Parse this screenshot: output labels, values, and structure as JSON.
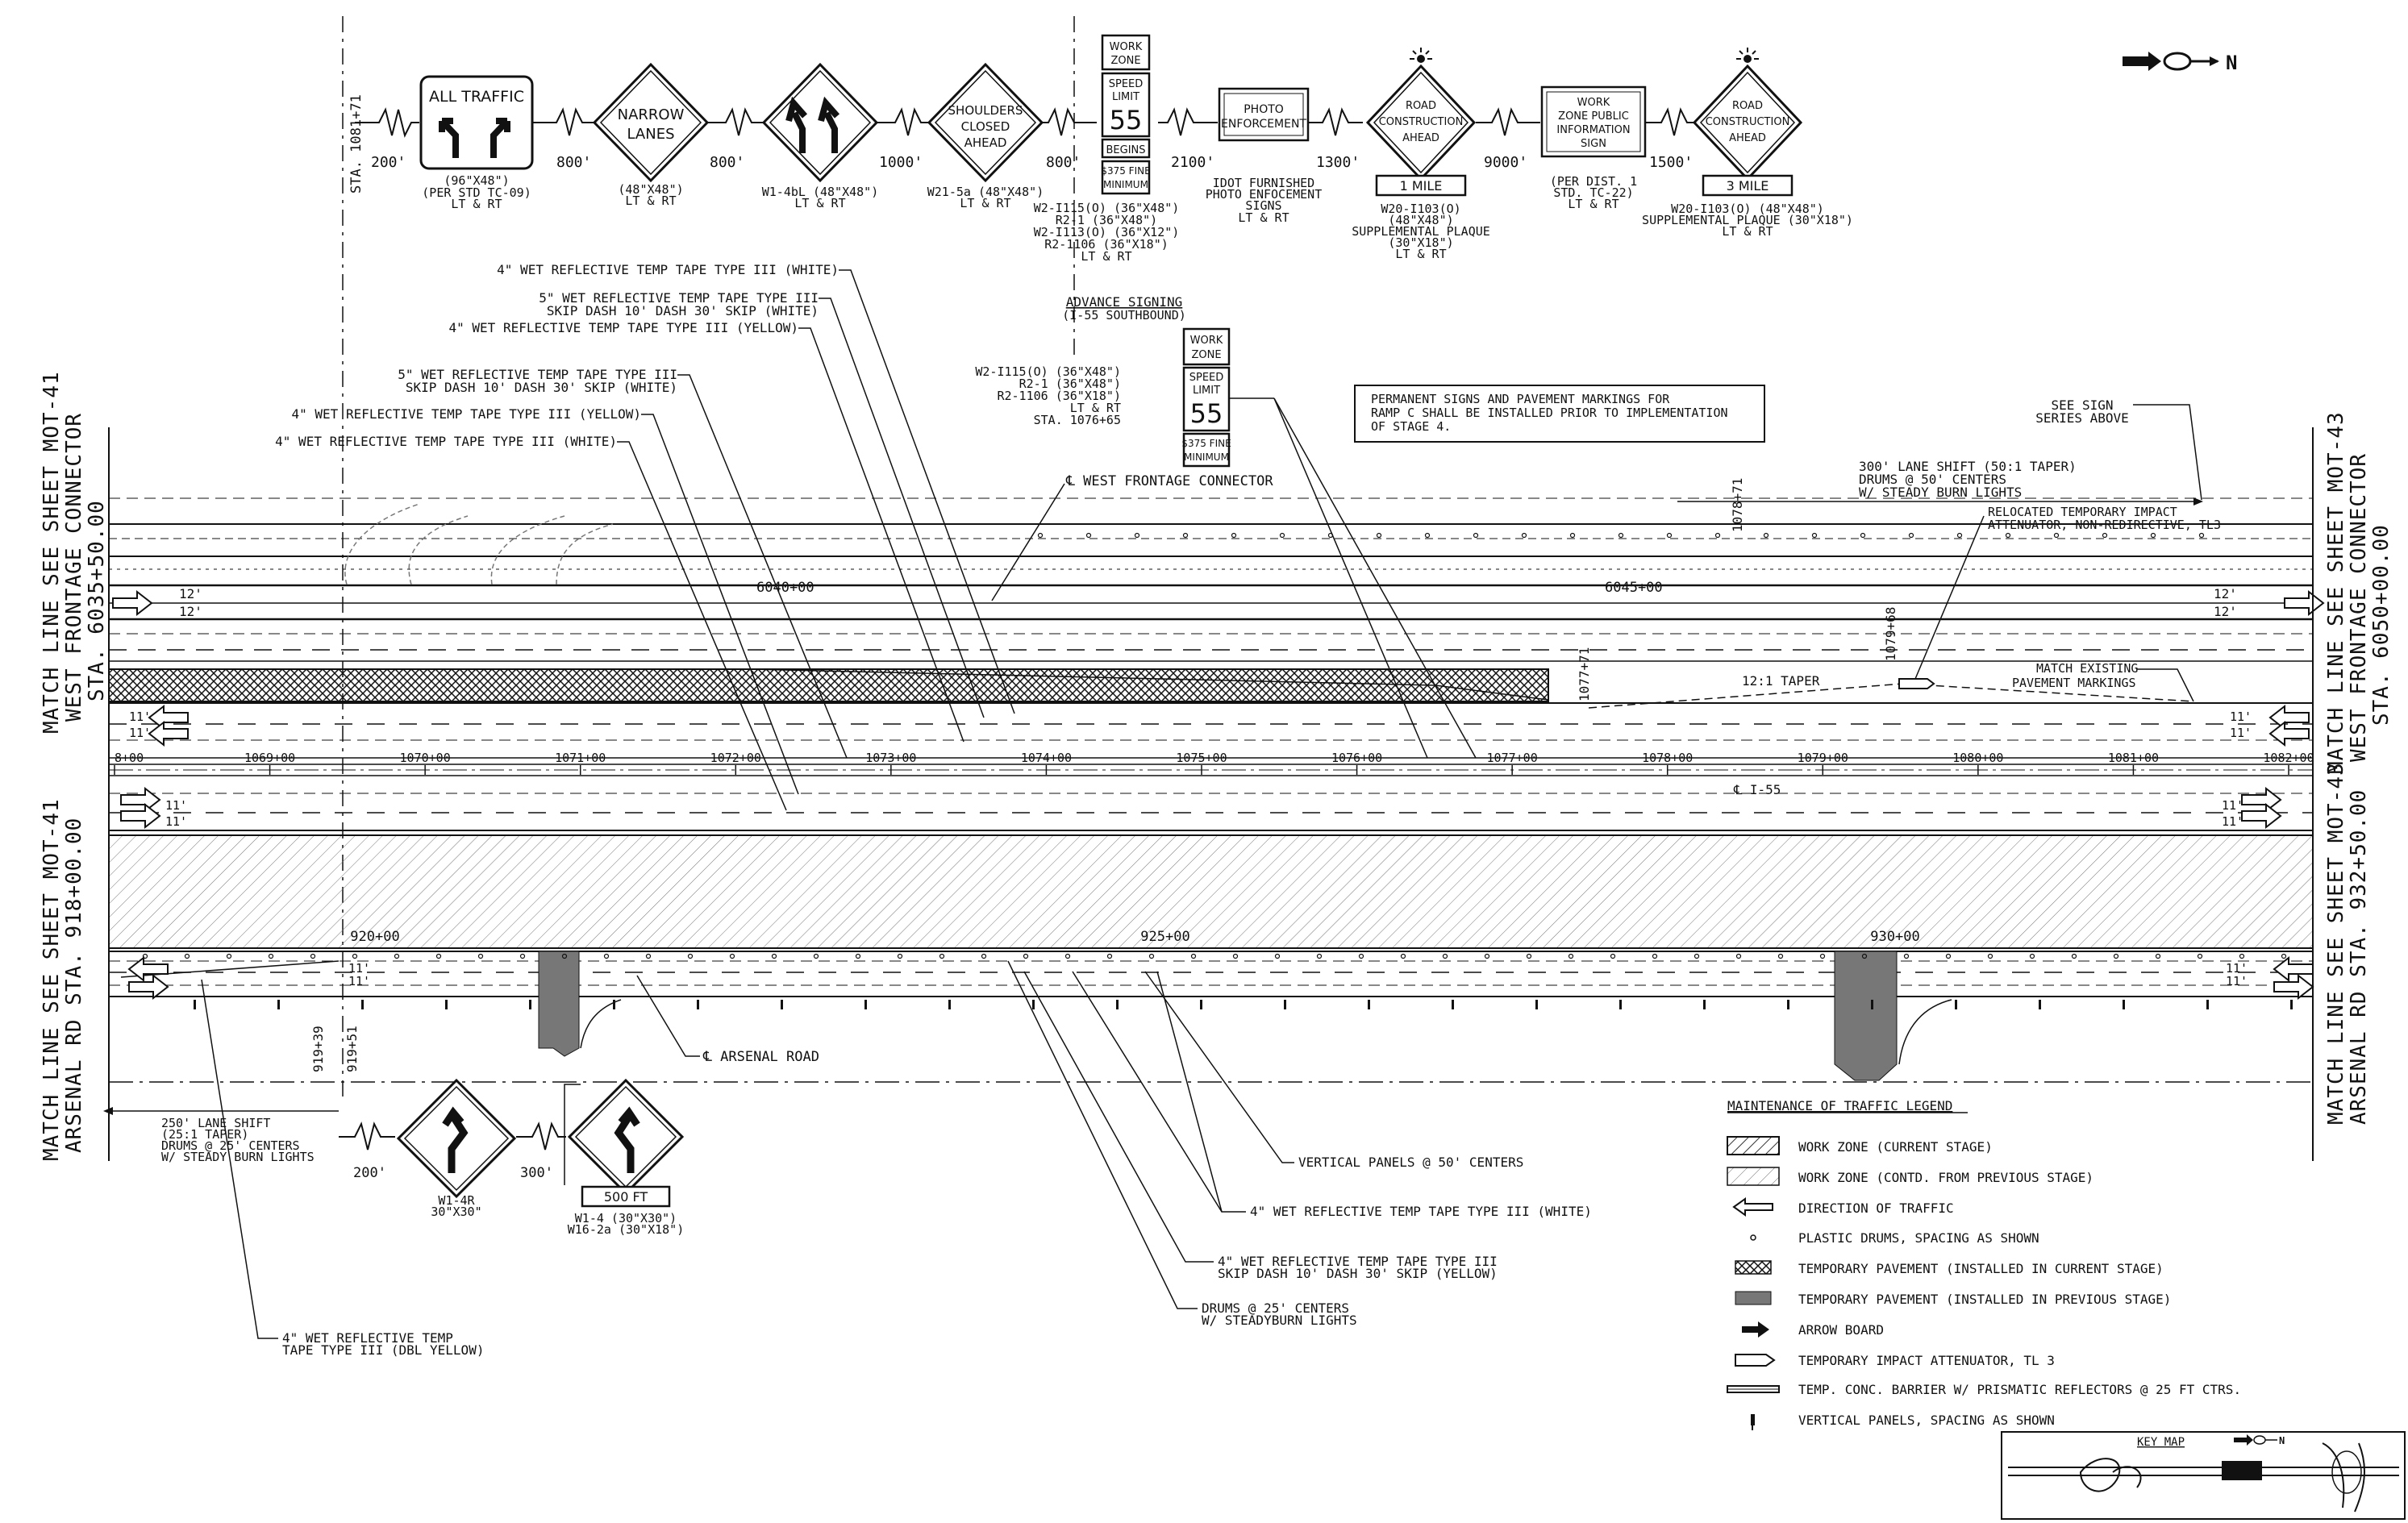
{
  "north_arrow": {
    "label": "N"
  },
  "station_top": "STA. 1081+71",
  "signs_top": [
    {
      "id": "all-traffic",
      "lines": [
        "ALL TRAFFIC"
      ],
      "caption": [
        "(96\"X48\")",
        "(PER STD TC-09)",
        "LT & RT"
      ],
      "gap_before": "200'"
    },
    {
      "id": "narrow-lanes",
      "lines": [
        "NARROW",
        "LANES"
      ],
      "caption": [
        "(48\"X48\")",
        "LT & RT"
      ],
      "gap_before": "800'"
    },
    {
      "id": "double-reverse",
      "lines": [],
      "caption": [
        "W1-4bL (48\"X48\")",
        "LT & RT"
      ],
      "gap_before": "800'"
    },
    {
      "id": "shoulders-closed",
      "lines": [
        "SHOULDERS",
        "CLOSED",
        "AHEAD"
      ],
      "caption": [
        "W21-5a (48\"X48\")",
        "LT & RT"
      ],
      "gap_before": "1000'"
    },
    {
      "id": "speed-limit",
      "lines": [
        "WORK",
        "ZONE",
        "SPEED",
        "LIMIT",
        "55",
        "BEGINS",
        "$375 FINE",
        "MINIMUM"
      ],
      "caption": [
        "W2-I115(O) (36\"X48\")",
        "R2-1 (36\"X48\")",
        "W2-I113(O) (36\"X12\")",
        "R2-1106 (36\"X18\")",
        "LT & RT"
      ],
      "gap_before": "800'"
    },
    {
      "id": "photo-enforcement",
      "lines": [
        "PHOTO",
        "ENFORCEMENT"
      ],
      "caption": [
        "IDOT FURNISHED",
        "PHOTO ENFOCEMENT",
        "SIGNS",
        "LT & RT"
      ],
      "gap_before": "2100'"
    },
    {
      "id": "road-construction-1",
      "lines": [
        "ROAD",
        "CONSTRUCTION",
        "AHEAD"
      ],
      "plaque": "1 MILE",
      "caption": [
        "W20-I103(O)",
        "(48\"X48\")",
        "SUPPLEMENTAL PLAQUE",
        "(30\"X18\")",
        "LT & RT"
      ],
      "gap_before": "1300'"
    },
    {
      "id": "work-zone-info",
      "lines": [
        "WORK",
        "ZONE PUBLIC",
        "INFORMATION",
        "SIGN"
      ],
      "caption": [
        "(PER DIST. 1",
        "STD. TC-22)",
        "LT & RT"
      ],
      "gap_before": "9000'"
    },
    {
      "id": "road-construction-3",
      "lines": [
        "ROAD",
        "CONSTRUCTION",
        "AHEAD"
      ],
      "plaque": "3 MILE",
      "caption": [
        "W20-I103(O) (48\"X48\")",
        "SUPPLEMENTAL PLAQUE (30\"X18\")",
        "LT & RT"
      ],
      "gap_before": "1500'"
    }
  ],
  "advance_signing": {
    "title": "ADVANCE SIGNING",
    "subtitle": "(I-55 SOUTHBOUND)",
    "caption": [
      "W2-I115(O) (36\"X48\")",
      "R2-1 (36\"X48\")",
      "R2-1106 (36\"X18\")",
      "LT & RT",
      "STA. 1076+65"
    ],
    "sign": [
      "WORK",
      "ZONE",
      "SPEED",
      "LIMIT",
      "55",
      "$375 FINE",
      "MINIMUM"
    ]
  },
  "note_box": [
    "PERMANENT SIGNS AND PAVEMENT MARKINGS FOR",
    "RAMP C SHALL BE INSTALLED PRIOR TO IMPLEMENTATION",
    "OF STAGE 4."
  ],
  "see_sign": [
    "SEE SIGN",
    "SERIES ABOVE"
  ],
  "lane_shift_top": [
    "300' LANE SHIFT (50:1 TAPER)",
    "DRUMS @ 50' CENTERS",
    "W/ STEADY BURN LIGHTS"
  ],
  "callouts_left": [
    "4\" WET REFLECTIVE TEMP TAPE TYPE III (WHITE)",
    "5\" WET REFLECTIVE TEMP TAPE TYPE III",
    "SKIP DASH 10' DASH 30' SKIP (WHITE)",
    "4\" WET REFLECTIVE TEMP TAPE TYPE III (YELLOW)",
    "5\" WET REFLECTIVE TEMP TAPE TYPE III",
    "SKIP DASH 10' DASH 30' SKIP (WHITE)",
    "4\" WET REFLECTIVE TEMP TAPE TYPE III (YELLOW)",
    "4\" WET REFLECTIVE TEMP TAPE TYPE III (WHITE)"
  ],
  "west_frontage": "℄ WEST FRONTAGE CONNECTOR",
  "relocated": [
    "RELOCATED TEMPORARY IMPACT",
    "ATTENUATOR, NON-REDIRECTIVE, TL3"
  ],
  "match_existing": [
    "MATCH EXISTING",
    "PAVEMENT MARKINGS"
  ],
  "taper_12": "12:1 TAPER",
  "i55_label": "℄ I-55",
  "arsenal_label": "℄ ARSENAL ROAD",
  "stations_frontage": [
    "6040+00",
    "6045+00"
  ],
  "stations_i55": [
    "8+00",
    "1069+00",
    "1070+00",
    "1071+00",
    "1072+00",
    "1073+00",
    "1074+00",
    "1075+00",
    "1076+00",
    "1077+00",
    "1078+00",
    "1079+00",
    "1080+00",
    "1081+00",
    "1082+00"
  ],
  "stations_arsenal": [
    "920+00",
    "925+00",
    "930+00"
  ],
  "vertical_stations": [
    "1078+71",
    "1079+68",
    "1077+71",
    "919+39",
    "919+51"
  ],
  "lane_widths": {
    "w12": "12'",
    "w11": "11'"
  },
  "match_lines": {
    "left_top": [
      "MATCH LINE SEE SHEET MOT-41",
      "WEST FRONTAGE CONNECTOR",
      "STA. 6035+50.00"
    ],
    "right_top": [
      "MATCH LINE SEE SHEET MOT-43",
      "WEST FRONTAGE CONNECTOR",
      "STA. 6050+00.00"
    ],
    "left_bottom": [
      "MATCH LINE SEE SHEET MOT-41",
      "ARSENAL RD STA. 918+00.00"
    ],
    "right_bottom": [
      "MATCH LINE SEE SHEET MOT-43",
      "ARSENAL RD STA. 932+50.00"
    ]
  },
  "lane_shift_bottom": [
    "250' LANE SHIFT",
    "(25:1 TAPER)",
    "DRUMS @ 25' CENTERS",
    "W/ STEADY BURN LIGHTS"
  ],
  "bottom_signs": {
    "gap1": "200'",
    "gap2": "300'",
    "caption1": [
      "W1-4R",
      "30\"X30\""
    ],
    "plaque": "500 FT",
    "caption2": [
      "W1-4 (30\"X30\")",
      "W16-2a (30\"X18\")"
    ]
  },
  "callouts_bottom": [
    "VERTICAL PANELS @ 50' CENTERS",
    "4\" WET REFLECTIVE TEMP TAPE TYPE III (WHITE)",
    "4\" WET REFLECTIVE TEMP TAPE TYPE III",
    "SKIP DASH 10' DASH 30' SKIP (YELLOW)",
    "DRUMS @ 25' CENTERS",
    "W/ STEADYBURN LIGHTS",
    "4\" WET REFLECTIVE TEMP",
    "TAPE TYPE III (DBL YELLOW)"
  ],
  "legend": {
    "title": "MAINTENANCE OF TRAFFIC LEGEND",
    "items": [
      "WORK ZONE (CURRENT STAGE)",
      "WORK ZONE (CONTD. FROM PREVIOUS STAGE)",
      "DIRECTION OF TRAFFIC",
      "PLASTIC DRUMS, SPACING AS SHOWN",
      "TEMPORARY PAVEMENT (INSTALLED IN CURRENT STAGE)",
      "TEMPORARY PAVEMENT (INSTALLED IN PREVIOUS STAGE)",
      "ARROW BOARD",
      "TEMPORARY IMPACT ATTENUATOR, TL 3",
      "TEMP. CONC. BARRIER W/ PRISMATIC REFLECTORS @ 25 FT CTRS.",
      "VERTICAL PANELS, SPACING AS SHOWN"
    ]
  },
  "key_map": {
    "title": "KEY MAP",
    "label": "N"
  }
}
